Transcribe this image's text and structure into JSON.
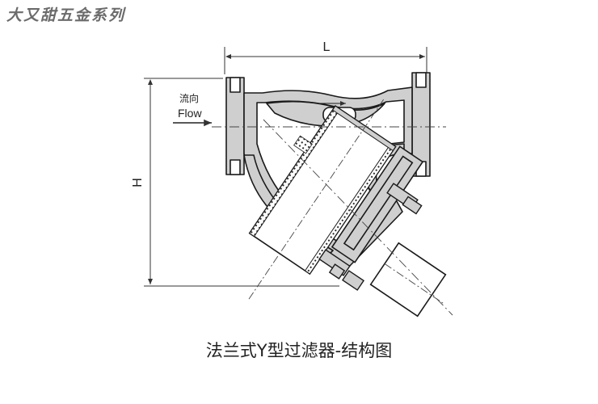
{
  "watermark": "大又甜五金系列",
  "dimensions": {
    "length_label": "L",
    "height_label": "H"
  },
  "flow": {
    "label_cn": "流向",
    "label_en": "Flow"
  },
  "caption": "法兰式Y型过滤器-结构图",
  "colors": {
    "body_fill": "#cfcfcf",
    "screen_fill": "#ffffff",
    "line": "#1a1a1a",
    "dim_line": "#333333"
  }
}
